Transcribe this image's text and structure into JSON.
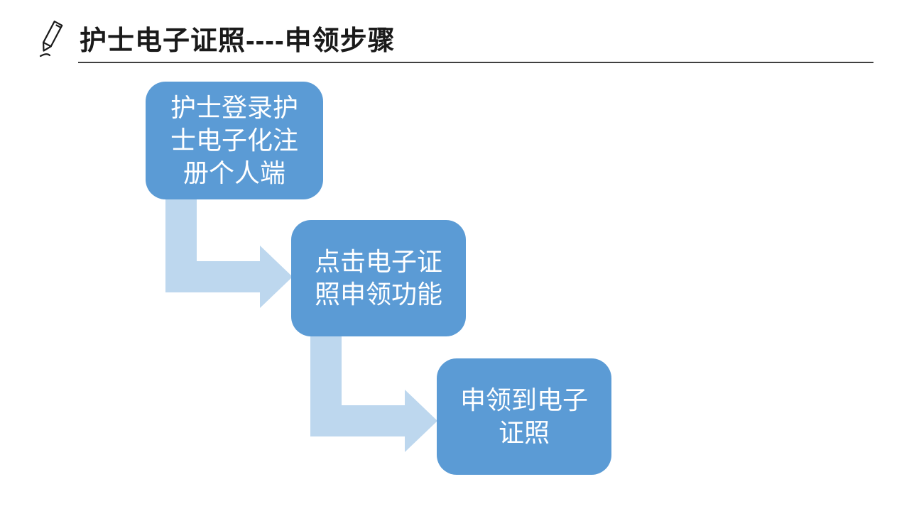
{
  "title": "护士电子证照----申领步骤",
  "icons": {
    "header": "pencil-icon"
  },
  "colors": {
    "background": "#ffffff",
    "title": "#1a1a1a",
    "rule": "#404040",
    "box": "#5B9BD5",
    "boxtext": "#ffffff",
    "arrow": "#BDD7EE"
  },
  "steps": [
    {
      "label": "护士登录护\n士电子化注\n册个人端"
    },
    {
      "label": "点击电子证\n照申领功能"
    },
    {
      "label": "申领到电子\n证照"
    }
  ]
}
